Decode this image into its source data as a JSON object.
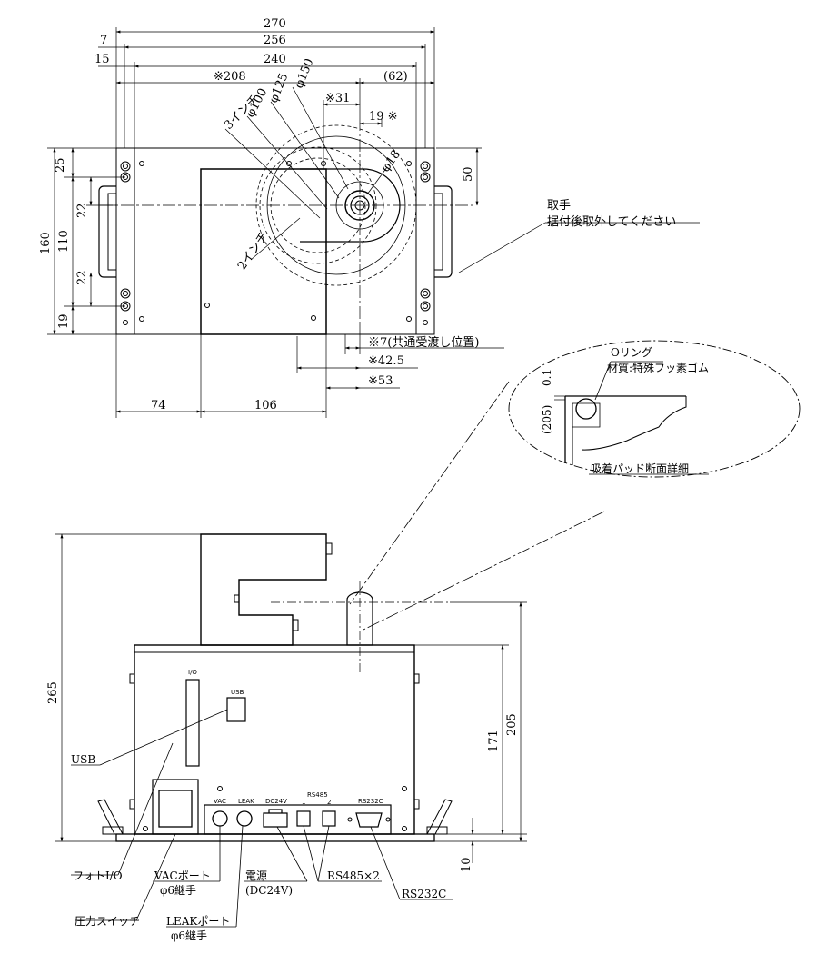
{
  "top_view": {
    "dims_top": [
      "270",
      "256",
      "240",
      "7",
      "15",
      "※208",
      "(62)"
    ],
    "dims_circles": [
      "φ150",
      "φ125",
      "φ100",
      "3インチ",
      "※31",
      "19 ※",
      "φ18",
      "2インチ"
    ],
    "dims_left": [
      "25",
      "22",
      "110",
      "22",
      "19",
      "160"
    ],
    "dims_right": [
      "50"
    ],
    "dims_bottom_notes": [
      "※7(共通受渡し位置)",
      "※42.5",
      "※53"
    ],
    "dims_bottom": [
      "74",
      "106"
    ],
    "handle_note_1": "取手",
    "handle_note_2": "据付後取外してください"
  },
  "detail": {
    "oring": "Oリング",
    "material": "材質:特殊フッ素ゴム",
    "dim_01": "0.1",
    "dim_205": "(205)",
    "title": "吸着パッド断面詳細"
  },
  "front_view": {
    "panel_io": "I/O",
    "panel_usb": "USB",
    "port_vac": "VAC",
    "port_leak": "LEAK",
    "port_dc24v": "DC24V",
    "port_rs485": "RS485",
    "port_1": "1",
    "port_2": "2",
    "port_rs232c": "RS232C",
    "dims": [
      "265",
      "205",
      "171",
      "10"
    ],
    "callouts": {
      "usb": "USB",
      "photo_io": "フォトI/O",
      "pressure_switch": "圧力スイッチ",
      "vac_port": "VACポート",
      "vac_fitting": "φ6継手",
      "leak_port": "LEAKポート",
      "leak_fitting": "φ6継手",
      "power": "電源",
      "power_spec": "(DC24V)",
      "rs485": "RS485×2",
      "rs232c": "RS232C"
    }
  }
}
